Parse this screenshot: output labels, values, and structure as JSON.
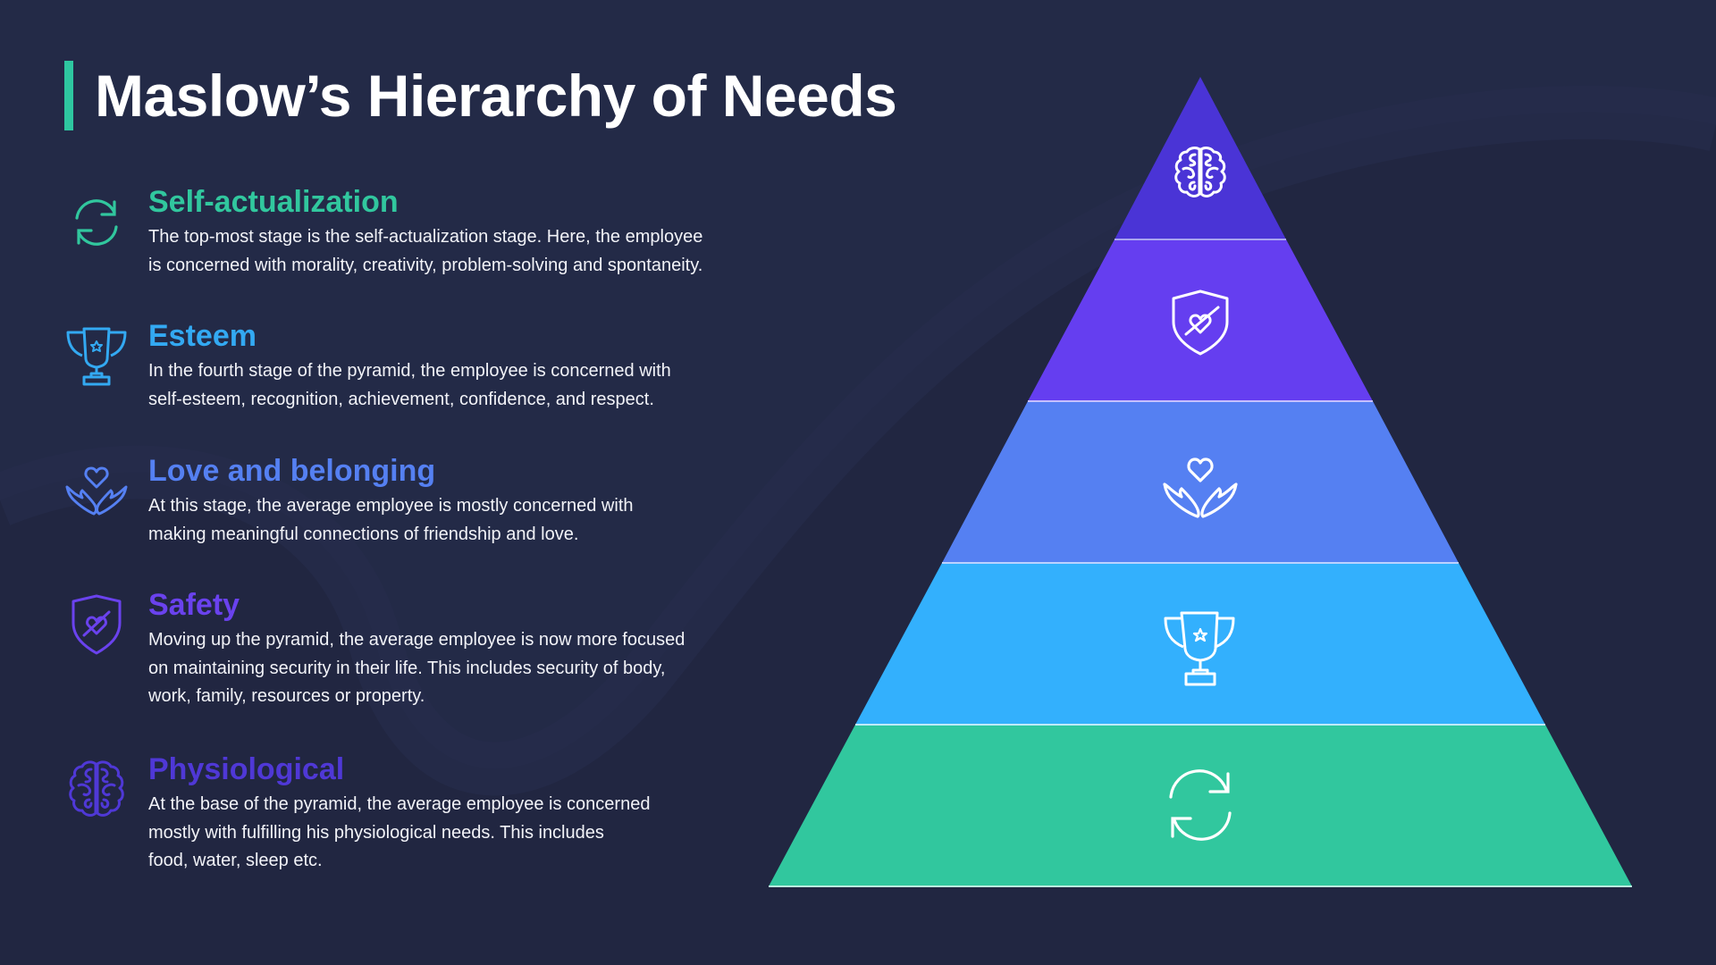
{
  "title": "Maslow’s Hierarchy of Needs",
  "colors": {
    "background": "#222842",
    "accent_bar": "#2ec7a0",
    "level_1": "#4a34d6",
    "level_2": "#653ef0",
    "level_3": "#5580f2",
    "level_4": "#33b0fd",
    "level_5": "#31c79e"
  },
  "stages": [
    {
      "title": "Self-actualization",
      "color": "#31c79e",
      "icon": "refresh-icon",
      "description_lines": [
        "The top-most stage is the self-actualization stage. Here, the employee",
        "is concerned with morality, creativity, problem-solving and spontaneity."
      ]
    },
    {
      "title": "Esteem",
      "color": "#33a9f2",
      "icon": "trophy-icon",
      "description_lines": [
        "In the fourth stage of the pyramid, the employee is concerned with",
        "self-esteem, recognition, achievement, confidence, and respect."
      ]
    },
    {
      "title": "Love and belonging",
      "color": "#5580f2",
      "icon": "hands-heart-icon",
      "description_lines": [
        "At this stage, the average employee is mostly concerned with",
        "making meaningful connections of friendship and love."
      ]
    },
    {
      "title": "Safety",
      "color": "#6a42ee",
      "icon": "shield-heart-icon",
      "description_lines": [
        "Moving up the pyramid, the average employee is now more focused",
        "on maintaining security in their life. This includes security of body,",
        "work, family, resources or property."
      ]
    },
    {
      "title": "Physiological",
      "color": "#4f38d6",
      "icon": "brain-icon",
      "description_lines": [
        "At the base of the pyramid, the average employee is concerned",
        "mostly with fulfilling his physiological needs. This includes",
        "food, water, sleep etc."
      ]
    }
  ],
  "pyramid": {
    "levels": [
      {
        "position": "top",
        "icon": "brain-icon",
        "color": "#4a34d6"
      },
      {
        "position": "second",
        "icon": "shield-heart-icon",
        "color": "#653ef0"
      },
      {
        "position": "middle",
        "icon": "hands-heart-icon",
        "color": "#5580f2"
      },
      {
        "position": "fourth",
        "icon": "trophy-icon",
        "color": "#33b0fd"
      },
      {
        "position": "base",
        "icon": "refresh-icon",
        "color": "#31c79e"
      }
    ]
  }
}
